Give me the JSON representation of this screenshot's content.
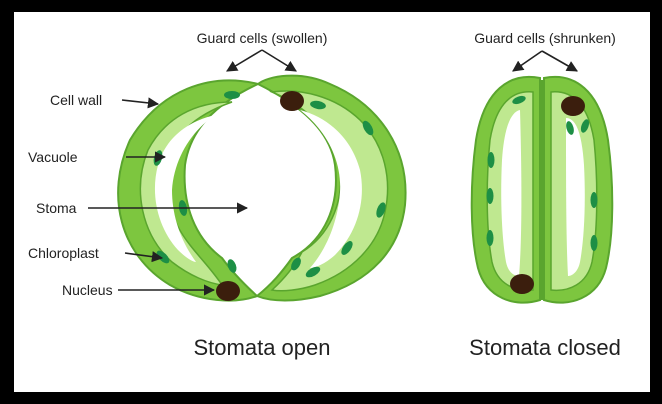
{
  "labels": {
    "guard_swollen": "Guard cells (swollen)",
    "guard_shrunken": "Guard cells (shrunken)",
    "cell_wall": "Cell wall",
    "vacuole": "Vacuole",
    "stoma": "Stoma",
    "chloroplast": "Chloroplast",
    "nucleus": "Nucleus"
  },
  "captions": {
    "open": "Stomata open",
    "closed": "Stomata closed"
  },
  "colors": {
    "frame": "#000000",
    "background": "#ffffff",
    "wall": "#7dc63f",
    "cytoplasm": "#bfe890",
    "wall_edge": "#5aa52e",
    "chloroplast": "#1d8f45",
    "nucleus": "#3b1e0d",
    "text": "#222222"
  }
}
